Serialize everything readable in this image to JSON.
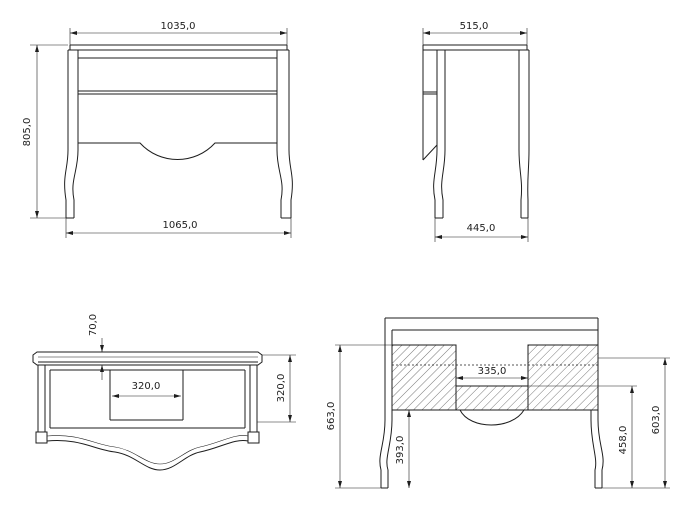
{
  "drawing": {
    "views": {
      "front": {
        "width_top": "1035,0",
        "width_bottom": "1065,0",
        "height": "805,0"
      },
      "side": {
        "depth_top": "515,0",
        "depth_bottom": "445,0"
      },
      "top": {
        "offset": "70,0",
        "drawer_width": "320,0",
        "drawer_depth": "320,0"
      },
      "section": {
        "drawer_width": "335,0",
        "overall_height": "663,0",
        "leg_height": "393,0",
        "drawer_bottom_height": "458,0",
        "apron_height": "603,0"
      }
    }
  }
}
